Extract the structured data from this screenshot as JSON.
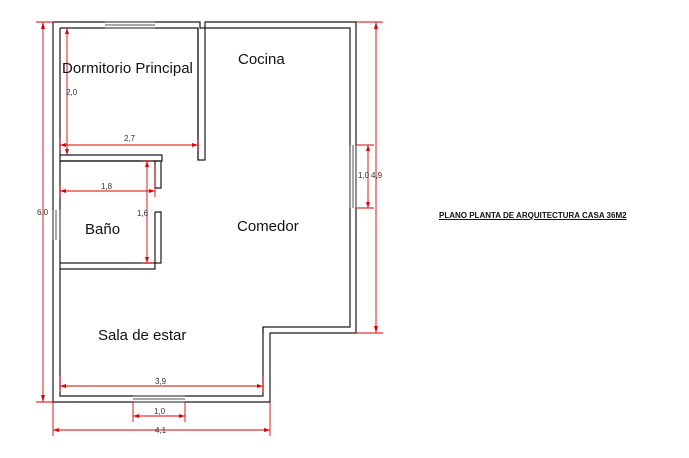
{
  "title": "PLANO PLANTA DE ARQUITECTURA CASA 36M2",
  "rooms": {
    "dormitorio": "Dormitorio Principal",
    "cocina": "Cocina",
    "bano": "Baño",
    "comedor": "Comedor",
    "sala": "Sala de estar"
  },
  "dimensions": {
    "dormitorio_height": "2,0",
    "dormitorio_width": "2,7",
    "bano_width": "1,8",
    "bano_height": "1,6",
    "window_right": "1,0",
    "right_total": "4,9",
    "left_total": "6,0",
    "sala_width": "3,9",
    "window_bottom": "1,0",
    "bottom_total": "4,1"
  },
  "colors": {
    "wall": "#1a1a1a",
    "dimension": "#e00000",
    "window": "#555555"
  }
}
